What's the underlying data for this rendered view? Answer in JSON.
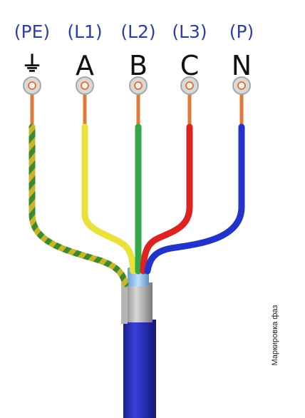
{
  "terminals": [
    {
      "id": "pe",
      "code": "(PE)",
      "letter": "",
      "symbol": "⏚",
      "wire_color": "#c8b52a",
      "stripe_color": "#3d8a2e"
    },
    {
      "id": "l1",
      "code": "(L1)",
      "letter": "A",
      "wire_color": "#e8e23a"
    },
    {
      "id": "l2",
      "code": "(L2)",
      "letter": "B",
      "wire_color": "#32a84a"
    },
    {
      "id": "l3",
      "code": "(L3)",
      "letter": "C",
      "wire_color": "#dd2222"
    },
    {
      "id": "n",
      "code": "(P)",
      "letter": "N",
      "wire_color": "#2233cc"
    }
  ],
  "cable_jacket_color": "#2a2fb8",
  "copper_color": "#e07a3a",
  "side_caption": "Маркировка фаз"
}
